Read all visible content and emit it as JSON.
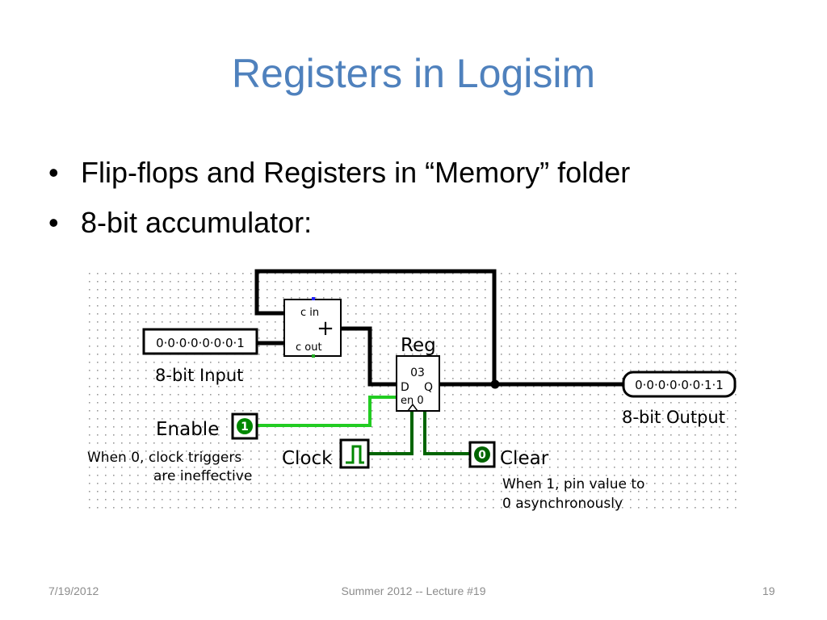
{
  "slide": {
    "title": "Registers in Logisim",
    "bullets": [
      "Flip-flops and Registers in “Memory” folder",
      "8-bit accumulator:"
    ]
  },
  "circuit": {
    "input_bits": "0·0·0·0·0·0·0·1",
    "input_label": "8-bit Input",
    "output_bits": "0·0·0·0·0·0·1·1",
    "output_label": "8-bit Output",
    "adder_cin": "c in",
    "adder_cout": "c out",
    "adder_symbol": "+",
    "register_label": "Reg",
    "register_value": "03",
    "register_d": "D",
    "register_q": "Q",
    "register_en": "en 0",
    "enable_value": "1",
    "enable_label": "Enable",
    "enable_note_1": "When 0, clock triggers",
    "enable_note_2": "are ineffective",
    "clock_label": "Clock",
    "clear_value": "0",
    "clear_label": "Clear",
    "clear_note_1": "When 1, pin value to",
    "clear_note_2": "0 asynchronously",
    "colors": {
      "wire_bus": "#000000",
      "wire_active": "#22cc22",
      "wire_inactive": "#006400",
      "pin_green": "#008800",
      "grid_dot": "#9a9a9a"
    }
  },
  "footer": {
    "date": "7/19/2012",
    "center": "Summer 2012 -- Lecture #19",
    "page": "19"
  }
}
